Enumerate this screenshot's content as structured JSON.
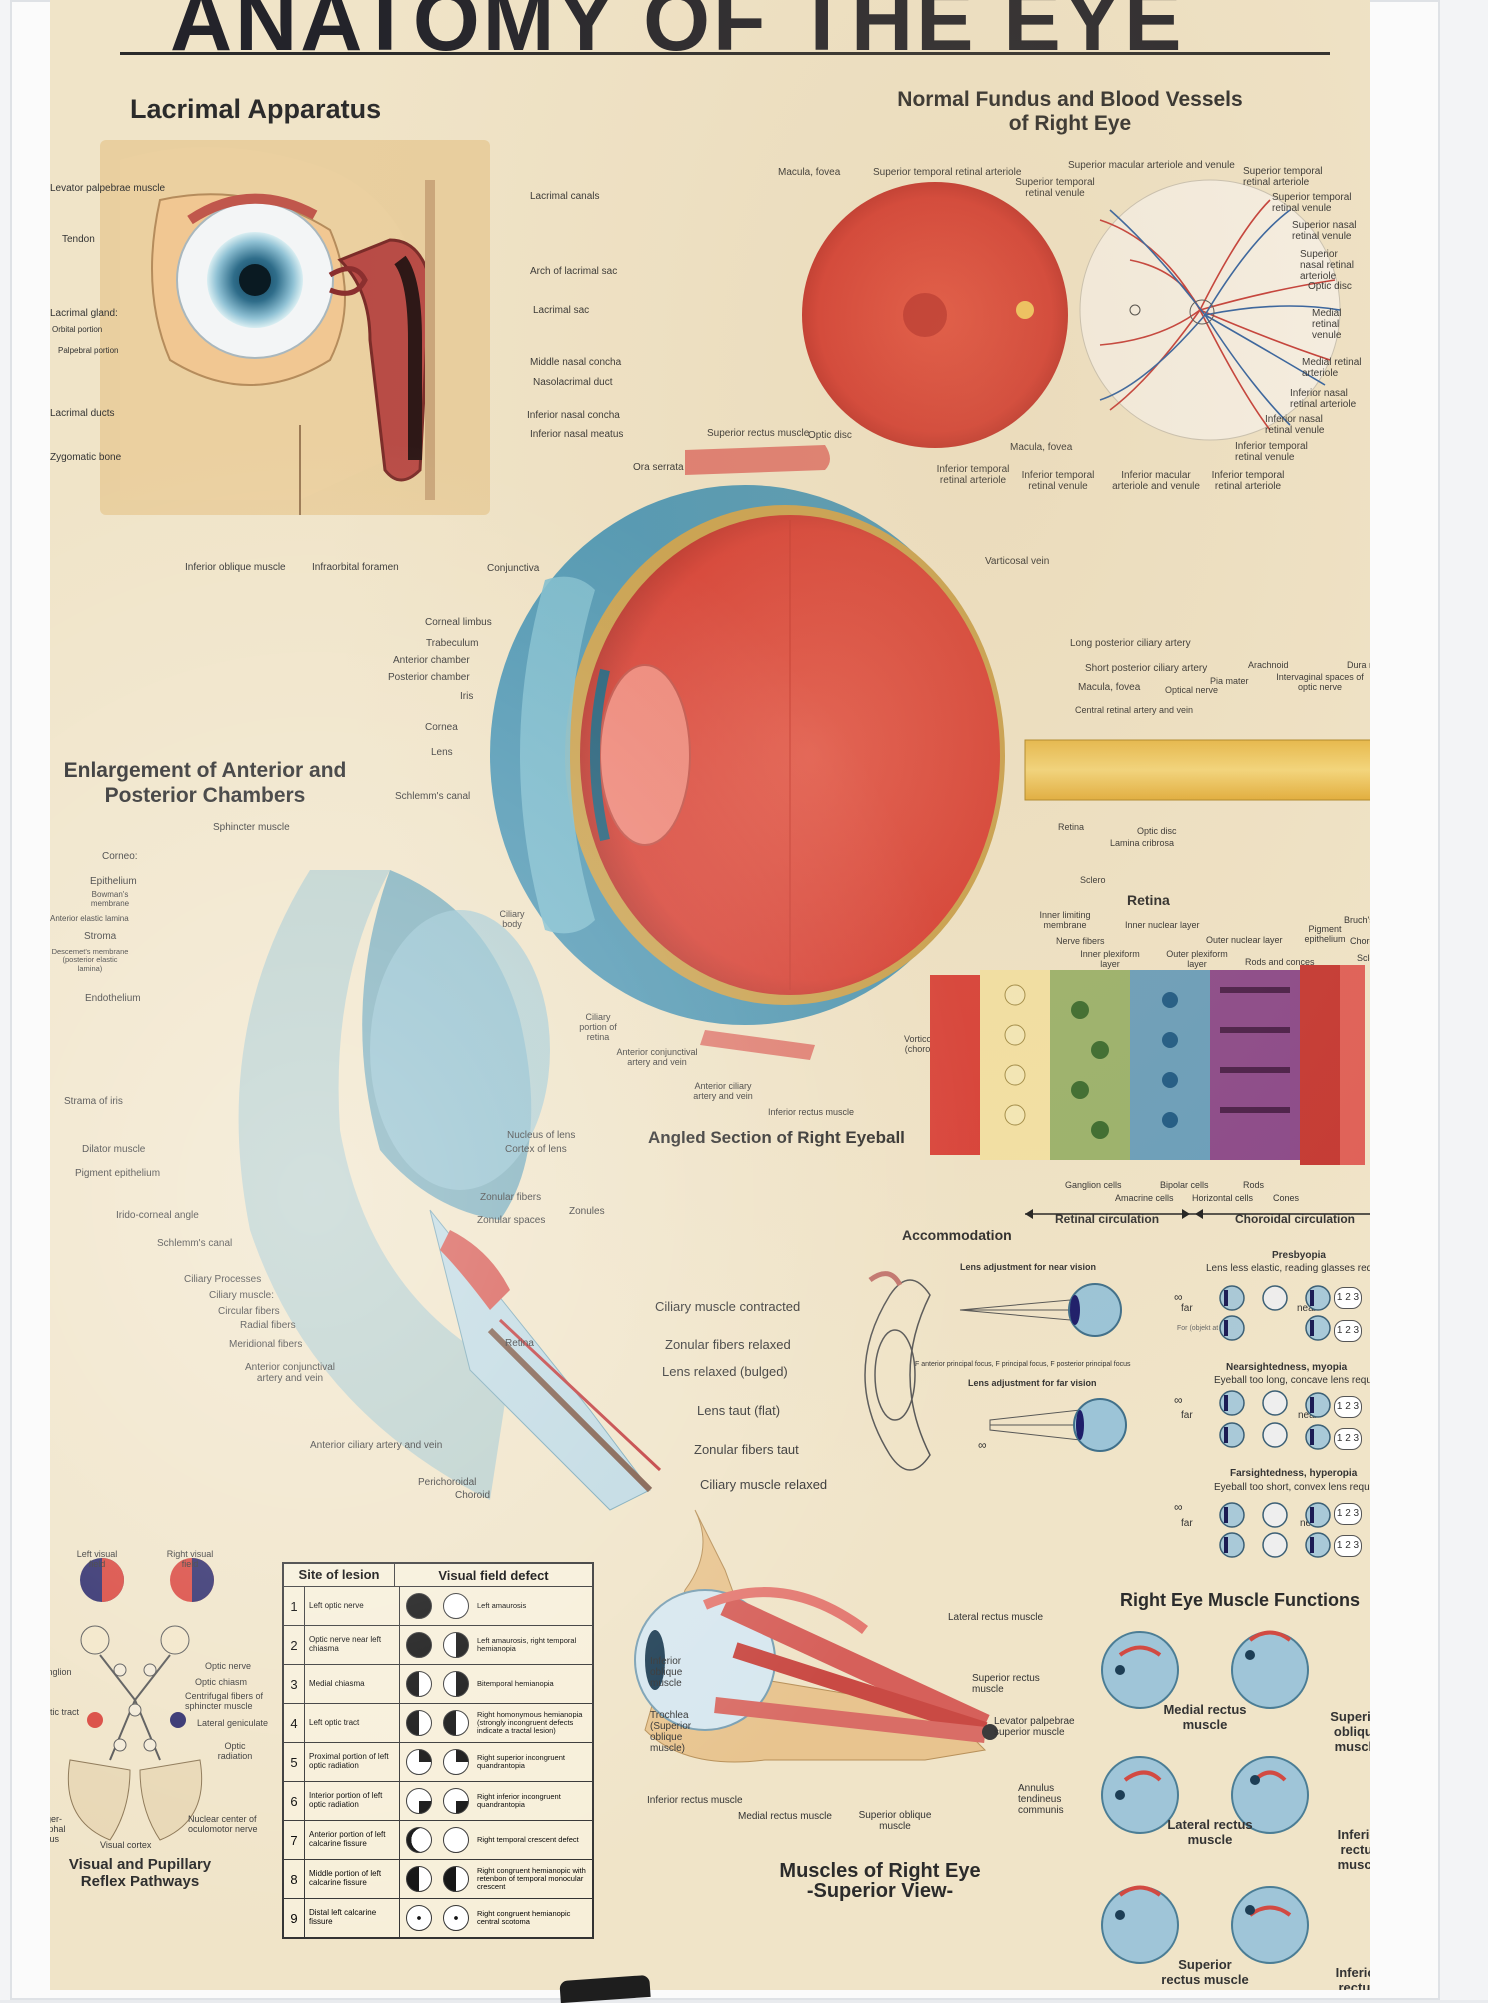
{
  "poster": {
    "title": "ANATOMY OF THE EYE",
    "sections": {
      "lacrimal": "Lacrimal Apparatus",
      "fundus": "Normal Fundus and Blood Vessels of Right Eye",
      "enlargement": "Enlargement of Anterior and Posterior Chambers",
      "angled": "Angled Section of Right Eyeball",
      "retina": "Retina",
      "accommodation": "Accommodation",
      "visual": "Visual and Pupillary Reflex Pathways",
      "muscles_top": "Muscles of Right Eye",
      "muscles_bottom": "-Superior View-",
      "muscle_functions": "Right Eye Muscle Functions"
    }
  },
  "lacrimal_labels": {
    "levator": "Levator palpebrae muscle",
    "tendon": "Tendon",
    "gland": "Lacrimal gland:",
    "orbital": "Orbital portion",
    "palpebral": "Palpebral portion",
    "ducts": "Lacrimal ducts",
    "zygomatic": "Zygomatic bone",
    "canals": "Lacrimal canals",
    "arch": "Arch of lacrimal sac",
    "sac": "Lacrimal sac",
    "middle_concha": "Middle nasal concha",
    "nasolacrimal": "Nasolacrimal duct",
    "inferior_concha": "Inferior nasal concha",
    "inferior_meatus": "Inferior nasal meatus",
    "inferior_oblique": "Inferior oblique muscle",
    "infraorbital": "Infraorbital foramen"
  },
  "fundus_labels": {
    "macula": "Macula, fovea",
    "sup_temp_art": "Superior temporal retinal arteriole",
    "sup_temp_ven": "Superior temporal retinal venule",
    "sup_mac": "Superior macular arteriole and venule",
    "sup_temp_art2": "Superior temporal retinal arteriole",
    "sup_temp_ven2": "Superior temporal retinal venule",
    "sup_nasal_ven": "Superior nasal retinal venule",
    "sup_nasal_art": "Superior nasal retinal arteriole",
    "optic_disc_r": "Optic disc",
    "medial_ven": "Medial retinal venule",
    "medial_art": "Medial retinal arteriole",
    "inf_nasal_art": "Inferior nasal retinal arteriole",
    "inf_nasal_ven": "Inferior nasal retinal venule",
    "inf_temp_ven_r": "Inferior temporal retinal venule",
    "optic_disc_l": "Optic disc",
    "macula_fovea_b": "Macula, fovea",
    "inf_temp_art": "Inferior temporal retinal arteriole",
    "inf_temp_ven": "Inferior temporal retinal venule",
    "inf_mac": "Inferior macular arteriole and venule",
    "inf_temp_art2": "Inferior temporal retinal arteriole"
  },
  "eyeball_labels": {
    "superior_rectus": "Superior rectus muscle",
    "ora_serrata": "Ora serrata",
    "conjunctiva": "Conjunctiva",
    "vorticosal_top": "Varticosal vein",
    "corneal_limbus": "Corneal limbus",
    "trabeculum": "Trabeculum",
    "anterior_chamber": "Anterior chamber",
    "posterior_chamber": "Posterior chamber",
    "iris": "Iris",
    "cornea": "Cornea",
    "lens": "Lens",
    "schlemm": "Schlemm's canal",
    "long_post": "Long posterior ciliary artery",
    "short_post": "Short posterior ciliary artery",
    "macula": "Macula, fovea",
    "optical_nerve": "Optical nerve",
    "pia": "Pia mater",
    "arachnoid": "Arachnoid",
    "intervaginal": "Intervaginal spaces of optic nerve",
    "dura": "Dura mater",
    "central_retinal": "Central retinal artery and vein",
    "optic_disc": "Optic disc",
    "lamina": "Lamina cribrosa",
    "retina": "Retina",
    "sclero": "Sclero",
    "ciliary_body": "Ciliary body",
    "ciliary_portion": "Ciliary portion of retina",
    "ant_conj": "Anterior conjunctival artery and vein",
    "ant_ciliary": "Anterior ciliary artery and vein",
    "inferior_rectus": "Inferior rectus muscle",
    "vorticose_b": "Vorticose vein (choroid vein)"
  },
  "enlargement_labels": {
    "sphincter": "Sphincter muscle",
    "corneo": "Corneo:",
    "epithelium": "Epithelium",
    "bowman": "Bowman's membrane",
    "anterior_elastic": "Anterior elastic lamina",
    "stroma": "Stroma",
    "descemet": "Descemet's membrane (posterior elastic lamina)",
    "endothelium": "Endothelium",
    "strama_iris": "Strama of iris",
    "dilator": "Dilator muscle",
    "pigment": "Pigment epithelium",
    "irido": "Irido-corneal angle",
    "schlemm": "Schlemm's canal",
    "ciliary_processes": "Ciliary Processes",
    "ciliary_muscle": "Ciliary muscle:",
    "circular": "Circular fibers",
    "radial": "Radial fibers",
    "meridional": "Meridional fibers",
    "ant_conj": "Anterior conjunctival artery and vein",
    "nucleus": "Nucleus of lens",
    "cortex": "Cortex of lens",
    "zonular_fibers": "Zonular fibers",
    "zonular_spaces": "Zonular spaces",
    "zonules": "Zonules",
    "retina": "Retina",
    "ant_ciliary": "Anterior ciliary artery and vein",
    "perichoroidal": "Perichoroidal",
    "choroid": "Choroid"
  },
  "retina_labels": {
    "inner_limiting": "Inner limiting membrane",
    "nerve_fibers": "Nerve fibers",
    "inner_plexiform": "Inner plexiform layer",
    "inner_nuclear": "Inner nuclear layer",
    "outer_plexiform": "Outer plexiform layer",
    "outer_nuclear": "Outer nuclear layer",
    "rods_cones": "Rods and conces",
    "pigment_epi": "Pigment epithelium",
    "bruch": "Bruch's membrane",
    "choroid": "Choroid",
    "sclera": "Sclera",
    "ganglion": "Ganglion cells",
    "amacrine": "Amacrine cells",
    "bipolar": "Bipolar cells",
    "horizontal": "Horizontal cells",
    "rods": "Rods",
    "cones": "Cones",
    "retinal_circ": "Retinal circulation",
    "choroidal_circ": "Choroidal circulation"
  },
  "accommodation": {
    "near_title": "Lens adjustment for near vision",
    "far_title": "Lens adjustment for far vision",
    "focus_note": "F anterior principal focus, F principal focus, F posterior principal focus",
    "ciliary_contracted": "Ciliary muscle contracted",
    "zonular_relaxed": "Zonular fibers relaxed",
    "lens_relaxed": "Lens relaxed (bulged)",
    "lens_taut": "Lens taut (flat)",
    "zonular_taut": "Zonular fibers taut",
    "ciliary_relaxed": "Ciliary muscle relaxed",
    "presbyopia": "Presbyopia",
    "presbyopia_desc": "Lens less elastic, reading glasses required",
    "far": "far",
    "near": "near",
    "objekt": "For (objekt at infinity)",
    "myopia": "Nearsightedness, myopia",
    "myopia_desc": "Eyeball too long, concave lens required",
    "hyperopia": "Farsightedness, hyperopia",
    "hyperopia_desc": "Eyeball too short, convex lens required",
    "chart": "1 2 3",
    "infinity": "∞"
  },
  "visual_pathway": {
    "left_field": "Left visual field",
    "right_field": "Right visual field",
    "optic_nerve": "Optic nerve",
    "optic_chiasm": "Optic chiasm",
    "centrifugal": "Centrifugal fibers of sphincter muscle",
    "lateral_geniculate": "Lateral geniculate",
    "optic_radiation": "Optic radiation",
    "nuclear_center": "Nuclear center of oculomotor nerve",
    "visual_cortex": "Visual cortex",
    "ciliary_ganglion": "Ciliary ganglion",
    "optic_tract": "Optic tract",
    "edinger": "Edinger-Westphal nucleus"
  },
  "lesion_table": {
    "head_site": "Site of lesion",
    "head_defect": "Visual field defect",
    "rows": [
      {
        "n": "1",
        "site": "Left optic nerve",
        "defect": "Left amaurosis"
      },
      {
        "n": "2",
        "site": "Optic nerve near left chiasma",
        "defect": "Left amaurosis, right temporal hemianopia"
      },
      {
        "n": "3",
        "site": "Medial chiasma",
        "defect": "Bitemporal hemianopia"
      },
      {
        "n": "4",
        "site": "Left optic tract",
        "defect": "Right homonymous hemianopia (strongly incongruent defects indicate a tractal lesion)"
      },
      {
        "n": "5",
        "site": "Proximal portion of left optic radiation",
        "defect": "Right superior incongruent quandrantopia"
      },
      {
        "n": "6",
        "site": "Interior portion of left optic radiation",
        "defect": "Right inferior incongruent quandrantopia"
      },
      {
        "n": "7",
        "site": "Anterior portion of left calcarine fissure",
        "defect": "Right temporal crescent defect"
      },
      {
        "n": "8",
        "site": "Middle portion of left calcarine fissure",
        "defect": "Right congruent hemianopic with retenbon of temporal monocular crescent"
      },
      {
        "n": "9",
        "site": "Distal left calcarine fissure",
        "defect": "Right congruent hemianopic central scotoma"
      }
    ]
  },
  "muscle_labels": {
    "lateral_rectus": "Lateral rectus muscle",
    "superior_rectus": "Superior rectus muscle",
    "levator": "Levator palpebrae superior muscle",
    "annulus": "Annulus tendineus communis",
    "inferior_oblique": "Inferior oblique muscle",
    "trochlea": "Trochlea (Superior oblique muscle)",
    "inferior_rectus": "Inferior rectus muscle",
    "medial_rectus": "Medial rectus muscle",
    "superior_oblique": "Superior oblique muscle"
  },
  "muscle_functions": {
    "medial": "Medial rectus muscle",
    "sup_oblique": "Superior oblique muscle",
    "lateral": "Lateral rectus muscle",
    "inf_rectus": "Inferior rectus muscle",
    "sup_rectus": "Superior rectus muscle",
    "inf_oblique": "Inferior rectus muscle"
  },
  "colors": {
    "paper": "#f0e4c8",
    "retina_red": "#d9473d",
    "sclera_blue": "#6fa6c2",
    "ink": "#2b2b2b"
  }
}
